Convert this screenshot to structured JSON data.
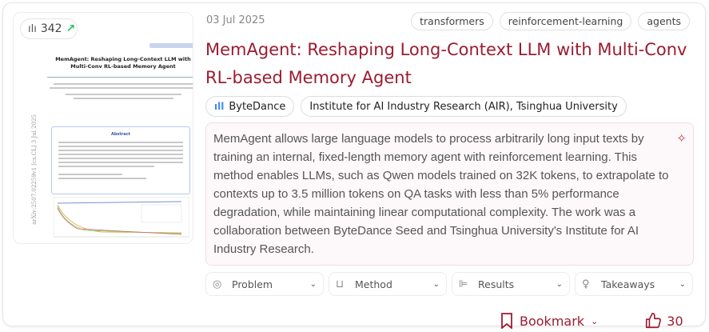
{
  "thumbnail": {
    "views": "342",
    "paper_title": "MemAgent: Reshaping Long-Context LLM with Multi-Conv RL-based Memory Agent",
    "arxiv_id": "arXiv:2507.02259v1 [cs.CL] 3 Jul 2025",
    "abstract_heading": "Abstract"
  },
  "date": "03 Jul 2025",
  "tags": [
    "transformers",
    "reinforcement-learning",
    "agents"
  ],
  "title": [
    "MemAgent: Reshaping Long-Context LLM with Multi-Conv",
    "RL-based Memory Agent"
  ],
  "organizations": [
    "ByteDance",
    "Institute for AI Industry Research (AIR), Tsinghua University"
  ],
  "summary": "MemAgent allows large language models to process arbitrarily long input texts by training an internal, fixed-length memory agent with reinforcement learning. This method enables LLMs, such as Qwen models trained on 32K tokens, to extrapolate to contexts up to 3.5 million tokens on QA tasks with less than 5% performance degradation, while maintaining linear computational complexity. The work was a collaboration between ByteDance Seed and Tsinghua University's Institute for AI Industry Research.",
  "sections": [
    {
      "label": "Problem",
      "icon": "target-icon"
    },
    {
      "label": "Method",
      "icon": "beaker-icon"
    },
    {
      "label": "Results",
      "icon": "bar-chart-icon"
    },
    {
      "label": "Takeaways",
      "icon": "lightbulb-icon"
    }
  ],
  "actions": {
    "bookmark": "Bookmark",
    "likes": "30"
  },
  "colors": {
    "accent": "#9b1c31",
    "trend": "#22c55e"
  }
}
